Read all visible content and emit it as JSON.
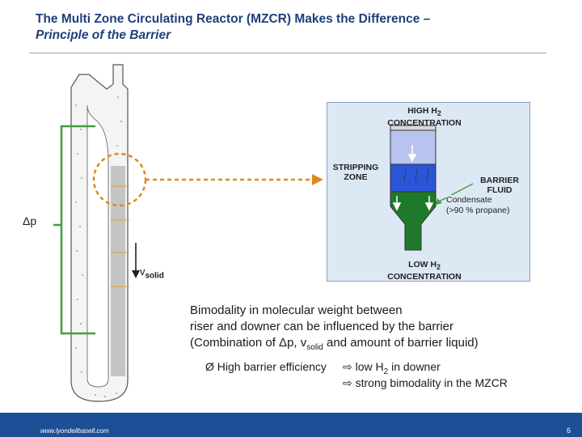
{
  "header": {
    "title_line1": "The Multi Zone Circulating Reactor (MZCR) Makes the Difference –",
    "title_line2": "Principle of the Barrier"
  },
  "reactor": {
    "dp_symbol": "Δp",
    "vsolid_main": "v",
    "vsolid_sub": "solid"
  },
  "inset": {
    "top_label_line1": "HIGH H",
    "top_label_sub": "2",
    "top_label_line2": "CONCENTRATION",
    "stripping_line1": "STRIPPING",
    "stripping_line2": "ZONE",
    "barrier_line1": "BARRIER",
    "barrier_line2": "FLUID",
    "bottom_label_line1": "LOW H",
    "bottom_label_sub": "2",
    "bottom_label_line2": "CONCENTRATION",
    "condensate_line1": "Condensate",
    "condensate_line2": "(>90 % propane)"
  },
  "body": {
    "line1": "Bimodality in molecular weight between",
    "line2": "riser and downer can be influenced by the barrier",
    "line3_a": "(Combination of Δp, v",
    "line3_sub": "solid",
    "line3_b": " and amount of barrier liquid)"
  },
  "bullets": {
    "b1_marker": "Ø",
    "b1_text": "High barrier efficiency",
    "arrow": "⇨",
    "r1_a": "low H",
    "r1_sub": "2",
    "r1_b": " in downer",
    "r2": "strong bimodality in the MZCR"
  },
  "footer": {
    "url": "www.lyondellbasell.com",
    "page": "6"
  },
  "colors": {
    "title": "#1f3f7a",
    "footer": "#1c4f95",
    "bracket": "#3fa03f",
    "circle": "#e08a1e",
    "gas_blue": "#2a55d8",
    "liquid_green": "#1e7a2a"
  }
}
